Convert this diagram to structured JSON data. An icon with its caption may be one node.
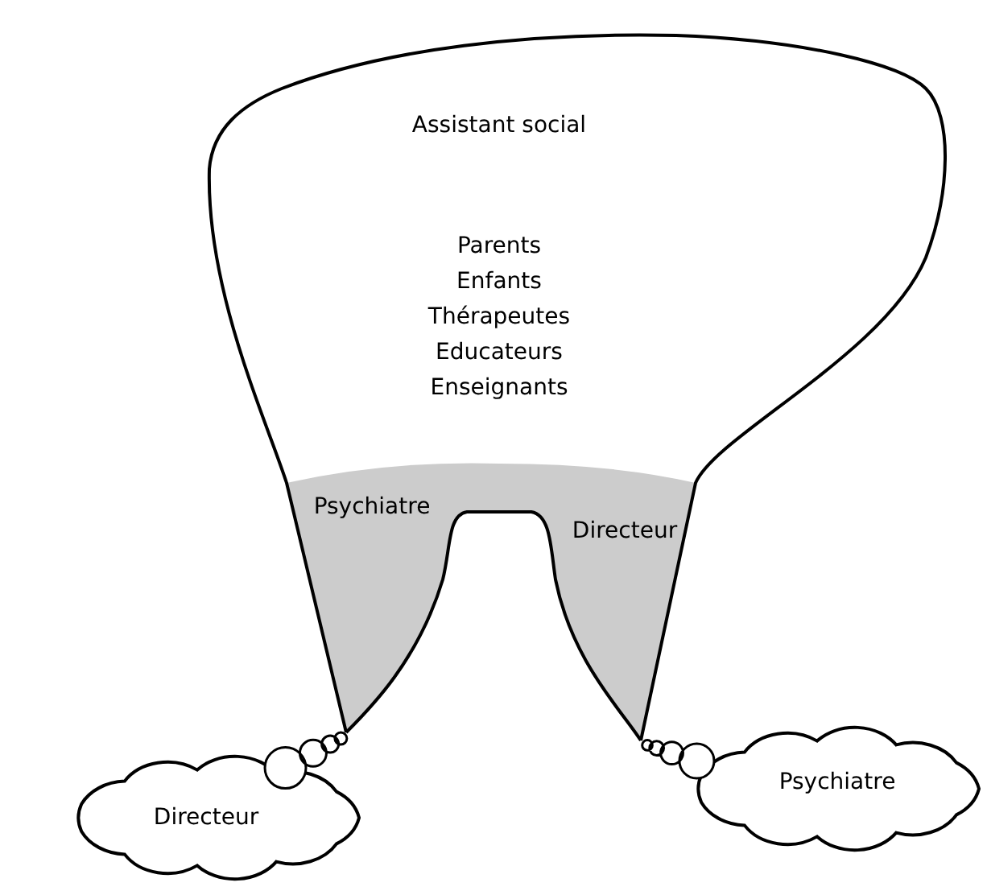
{
  "diagram": {
    "nodes": [
      {
        "text": [
          "Assistant social",
          "Parents",
          "Enfants",
          "Thérapeutes",
          "Educateurs",
          "Enseignants"
        ]
      },
      {
        "text": [
          "Psychiatre"
        ],
        "in": 0
      },
      {
        "text": [
          "Directeur"
        ],
        "in": 0
      },
      {
        "text": [
          "Directeur"
        ]
      },
      {
        "text": [
          "Psychiatre"
        ]
      }
    ],
    "edges": [
      {
        "from": 1,
        "to": 3,
        "arrow": "none"
      },
      {
        "from": 2,
        "to": 4,
        "arrow": "none"
      }
    ]
  }
}
